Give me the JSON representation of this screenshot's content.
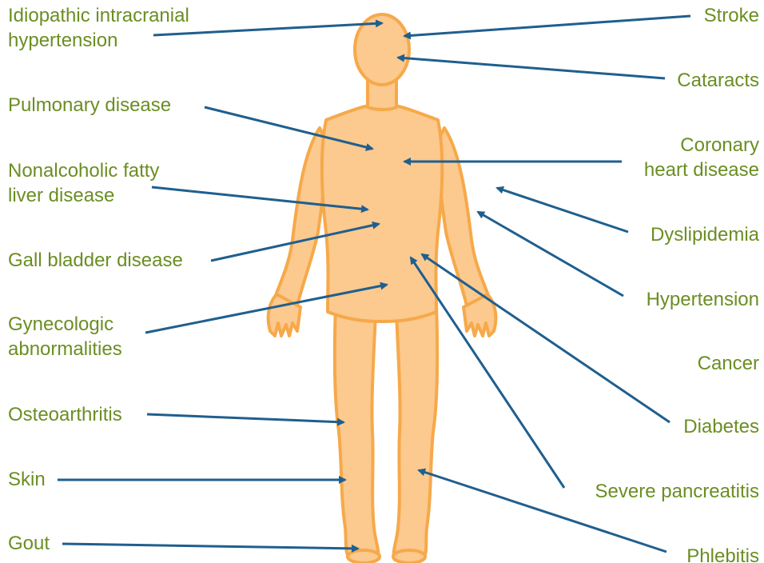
{
  "colors": {
    "label": "#6b8e23",
    "arrow": "#1f5f8e",
    "body_fill": "#fcc98f",
    "body_outline": "#f6a94a"
  },
  "labels_left": [
    {
      "id": "idiopathic-intracranial-hypertension",
      "lines": [
        "Idiopathic intracranial",
        "hypertension"
      ]
    },
    {
      "id": "pulmonary-disease",
      "lines": [
        "Pulmonary disease"
      ]
    },
    {
      "id": "nonalcoholic-fatty-liver-disease",
      "lines": [
        "Nonalcoholic fatty",
        "liver disease"
      ]
    },
    {
      "id": "gall-bladder-disease",
      "lines": [
        "Gall bladder disease"
      ]
    },
    {
      "id": "gynecologic-abnormalities",
      "lines": [
        "Gynecologic",
        "abnormalities"
      ]
    },
    {
      "id": "osteoarthritis",
      "lines": [
        "Osteoarthritis"
      ]
    },
    {
      "id": "skin",
      "lines": [
        "Skin"
      ]
    },
    {
      "id": "gout",
      "lines": [
        "Gout"
      ]
    }
  ],
  "labels_right": [
    {
      "id": "stroke",
      "lines": [
        "Stroke"
      ]
    },
    {
      "id": "cataracts",
      "lines": [
        "Cataracts"
      ]
    },
    {
      "id": "coronary-heart-disease",
      "lines": [
        "Coronary",
        "heart disease"
      ]
    },
    {
      "id": "dyslipidemia",
      "lines": [
        "Dyslipidemia"
      ]
    },
    {
      "id": "hypertension",
      "lines": [
        "Hypertension"
      ]
    },
    {
      "id": "cancer",
      "lines": [
        "Cancer"
      ]
    },
    {
      "id": "diabetes",
      "lines": [
        "Diabetes"
      ]
    },
    {
      "id": "severe-pancreatitis",
      "lines": [
        "Severe pancreatitis"
      ]
    },
    {
      "id": "phlebitis",
      "lines": [
        "Phlebitis"
      ]
    }
  ]
}
